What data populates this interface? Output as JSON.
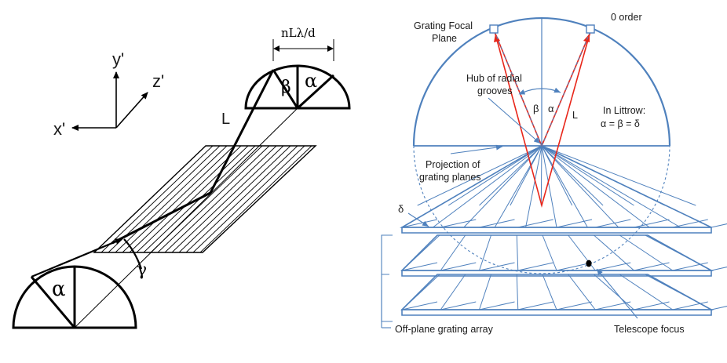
{
  "left_panel": {
    "axes": {
      "y": "y'",
      "z": "z'",
      "x": "x'"
    },
    "top_dimension": "nLλ/d",
    "top_beta": "β",
    "top_alpha": "α",
    "length_label": "L",
    "bottom_alpha": "α",
    "gamma_label": "γ"
  },
  "right_panel": {
    "focal_plane_line1": "Grating Focal",
    "focal_plane_line2": "Plane",
    "zero_order": "0 order",
    "hub_line1": "Hub of radial",
    "hub_line2": "grooves",
    "beta": "β",
    "alpha": "α",
    "length_label": "L",
    "littrow_line1": "In Littrow:",
    "littrow_line2": "α = β = δ",
    "projection_line1": "Projection of",
    "projection_line2": "grating planes",
    "delta": "δ",
    "array_label": "Off-plane grating array",
    "focus_label": "Telescope focus"
  },
  "colors": {
    "ink": "#000000",
    "diagram_blue": "#4f81bd",
    "ray_red": "#e8261a"
  }
}
